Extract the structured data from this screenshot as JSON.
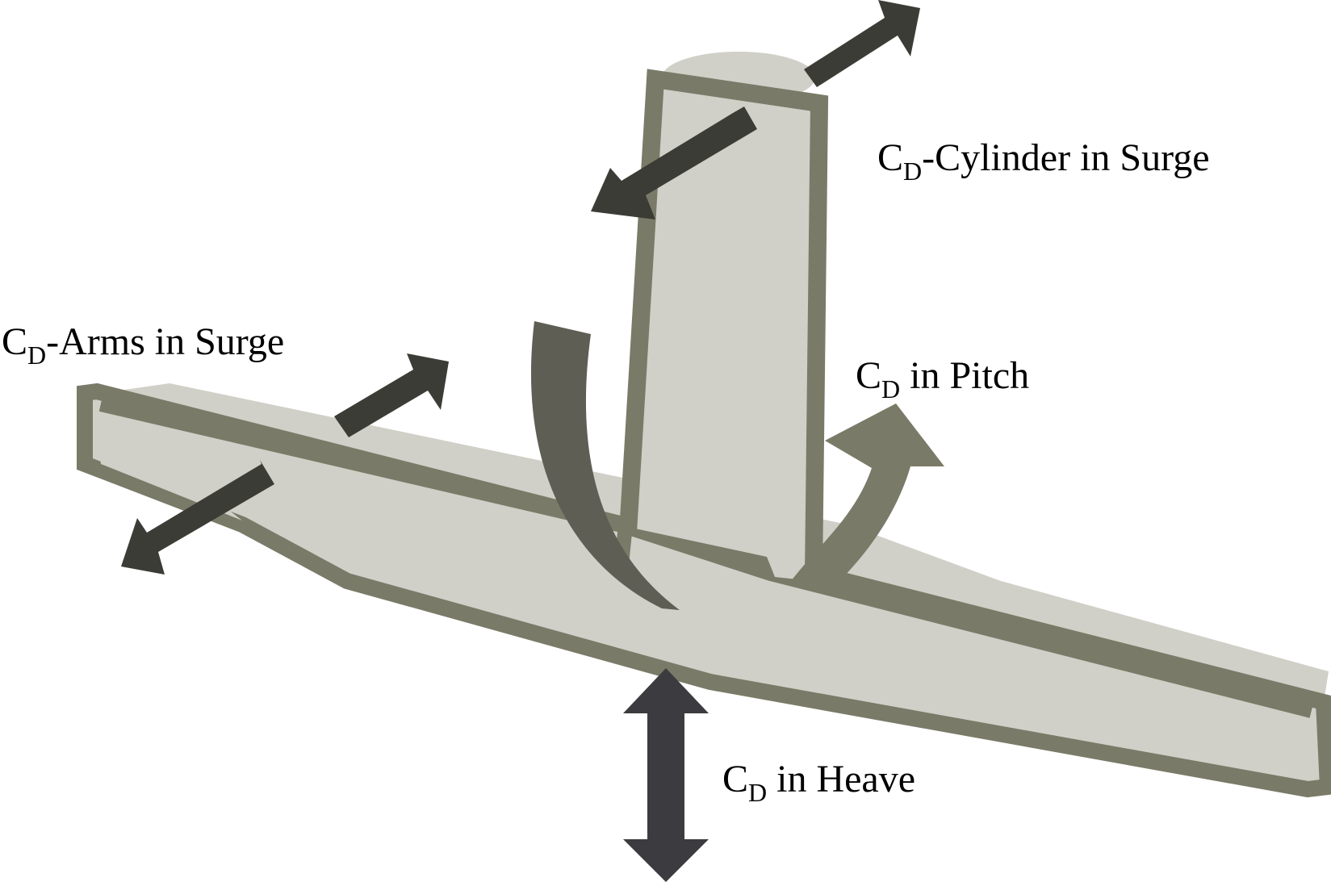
{
  "colors": {
    "body_fill": "#d0d0c8",
    "body_outline": "#7a7a68",
    "arrow_dark": "#3c3c36",
    "arrow_pitch": "#7a7a68",
    "arrow_rotate": "#5e5e54",
    "arrow_heave": "#3c3c40"
  },
  "labels": {
    "cylinder_surge": {
      "c": "C",
      "sub": "D",
      "text": "-Cylinder in Surge"
    },
    "arms_surge": {
      "c": "C",
      "sub": "D",
      "text": "-Arms in Surge"
    },
    "pitch": {
      "c": "C",
      "sub": "D",
      "text": " in Pitch"
    },
    "heave": {
      "c": "C",
      "sub": "D",
      "text": " in Heave"
    }
  },
  "icons": {
    "cylinder_surge_arrow": "double-arrow-icon",
    "arms_surge_arrow": "double-arrow-icon",
    "pitch_arrow": "curved-arrow-icon",
    "rotation_arrow": "curved-band-icon",
    "heave_arrow": "vertical-double-arrow-icon"
  }
}
